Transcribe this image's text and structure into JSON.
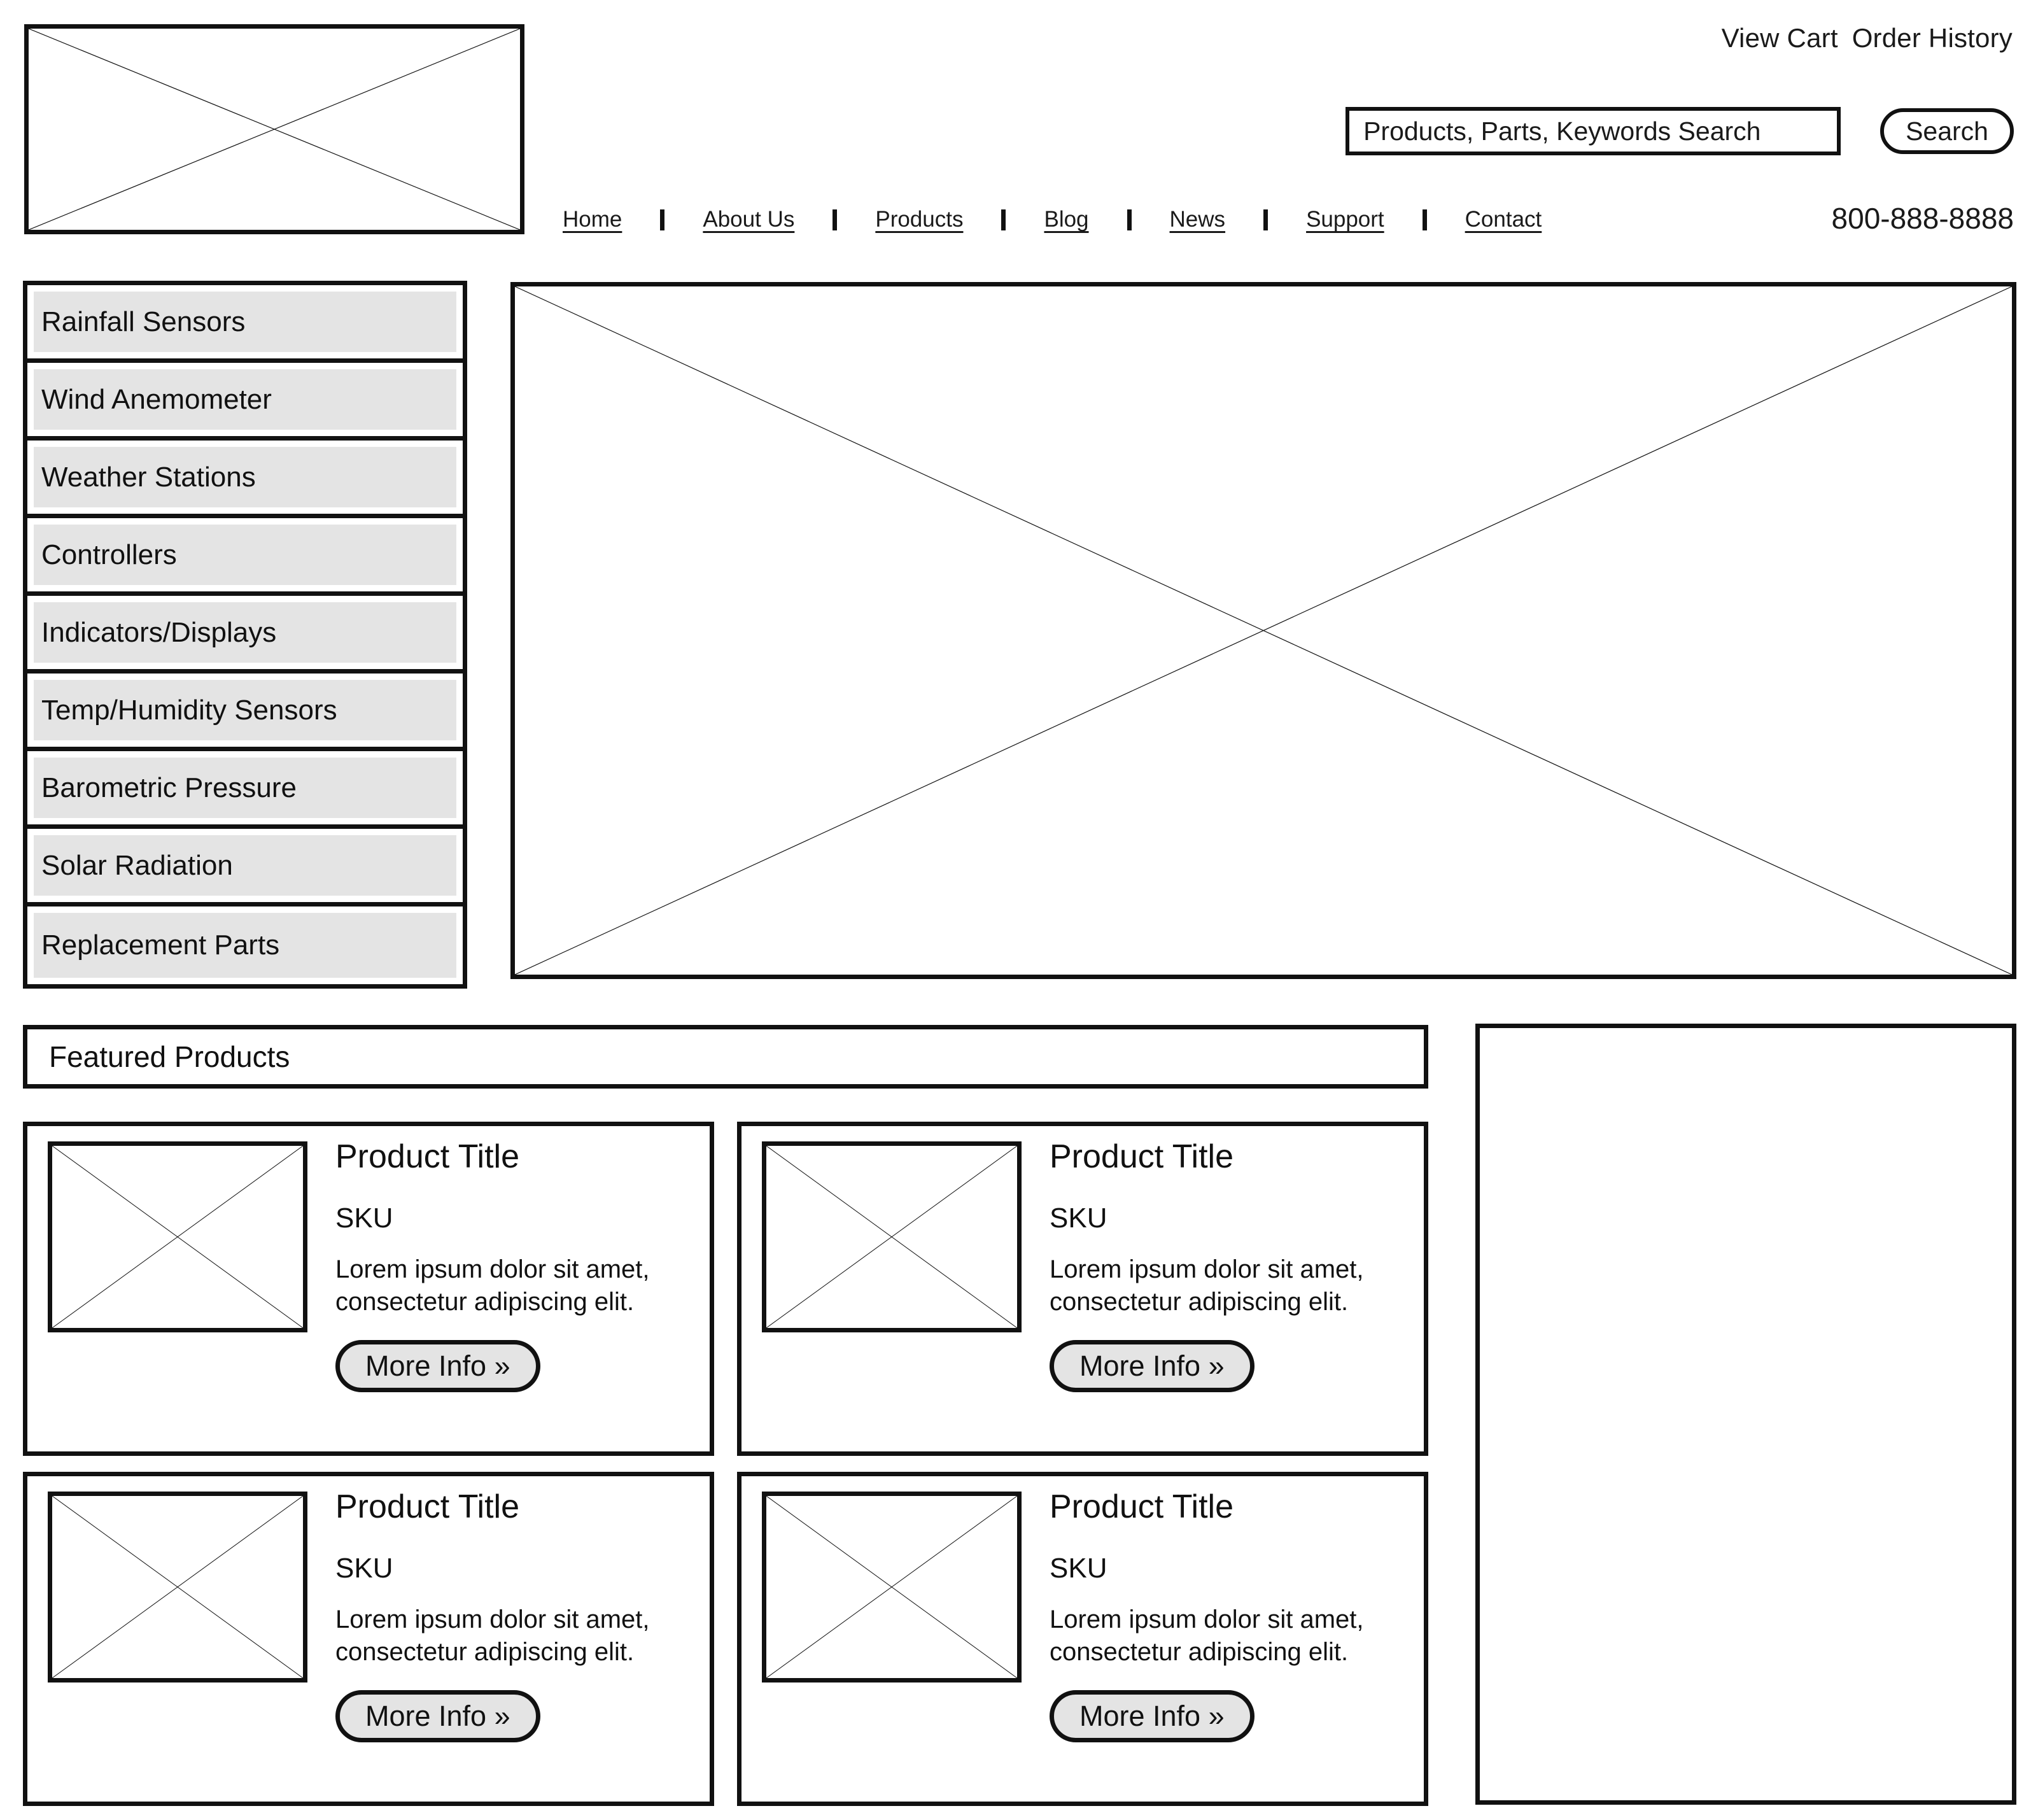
{
  "header": {
    "logo_placeholder_name": "logo-image-placeholder",
    "account_links": [
      {
        "label": "View Cart",
        "name": "view-cart-link"
      },
      {
        "label": "Order History",
        "name": "order-history-link"
      }
    ],
    "search": {
      "placeholder": "Products, Parts, Keywords Search",
      "value": "",
      "button_label": "Search"
    },
    "phone": "800-888-8888"
  },
  "nav": {
    "separator": "|",
    "items": [
      {
        "label": "Home"
      },
      {
        "label": "About Us"
      },
      {
        "label": "Products"
      },
      {
        "label": "Blog"
      },
      {
        "label": "News"
      },
      {
        "label": "Support"
      },
      {
        "label": "Contact"
      }
    ]
  },
  "sidebar": {
    "items": [
      {
        "label": "Rainfall Sensors"
      },
      {
        "label": "Wind Anemometer"
      },
      {
        "label": "Weather Stations"
      },
      {
        "label": "Controllers"
      },
      {
        "label": "Indicators/Displays"
      },
      {
        "label": "Temp/Humidity Sensors"
      },
      {
        "label": "Barometric Pressure"
      },
      {
        "label": "Solar Radiation"
      },
      {
        "label": "Replacement Parts"
      }
    ]
  },
  "hero": {
    "placeholder_name": "hero-banner-image-placeholder"
  },
  "featured": {
    "title": "Featured Products",
    "cards": [
      {
        "title": "Product Title",
        "sku": "SKU",
        "description": "Lorem ipsum dolor sit amet, consectetur adipiscing elit.",
        "button_label": "More Info »"
      },
      {
        "title": "Product Title",
        "sku": "SKU",
        "description": "Lorem ipsum dolor sit amet, consectetur adipiscing elit.",
        "button_label": "More Info »"
      },
      {
        "title": "Product Title",
        "sku": "SKU",
        "description": "Lorem ipsum dolor sit amet, consectetur adipiscing elit.",
        "button_label": "More Info »"
      },
      {
        "title": "Product Title",
        "sku": "SKU",
        "description": "Lorem ipsum dolor sit amet, consectetur adipiscing elit.",
        "button_label": "More Info »"
      }
    ]
  },
  "right_panel": {
    "placeholder_name": "promo-panel-placeholder",
    "content": ""
  },
  "colors": {
    "stroke": "#111111",
    "pill_fill": "#e4e4e4",
    "page_background": "#ffffff"
  }
}
